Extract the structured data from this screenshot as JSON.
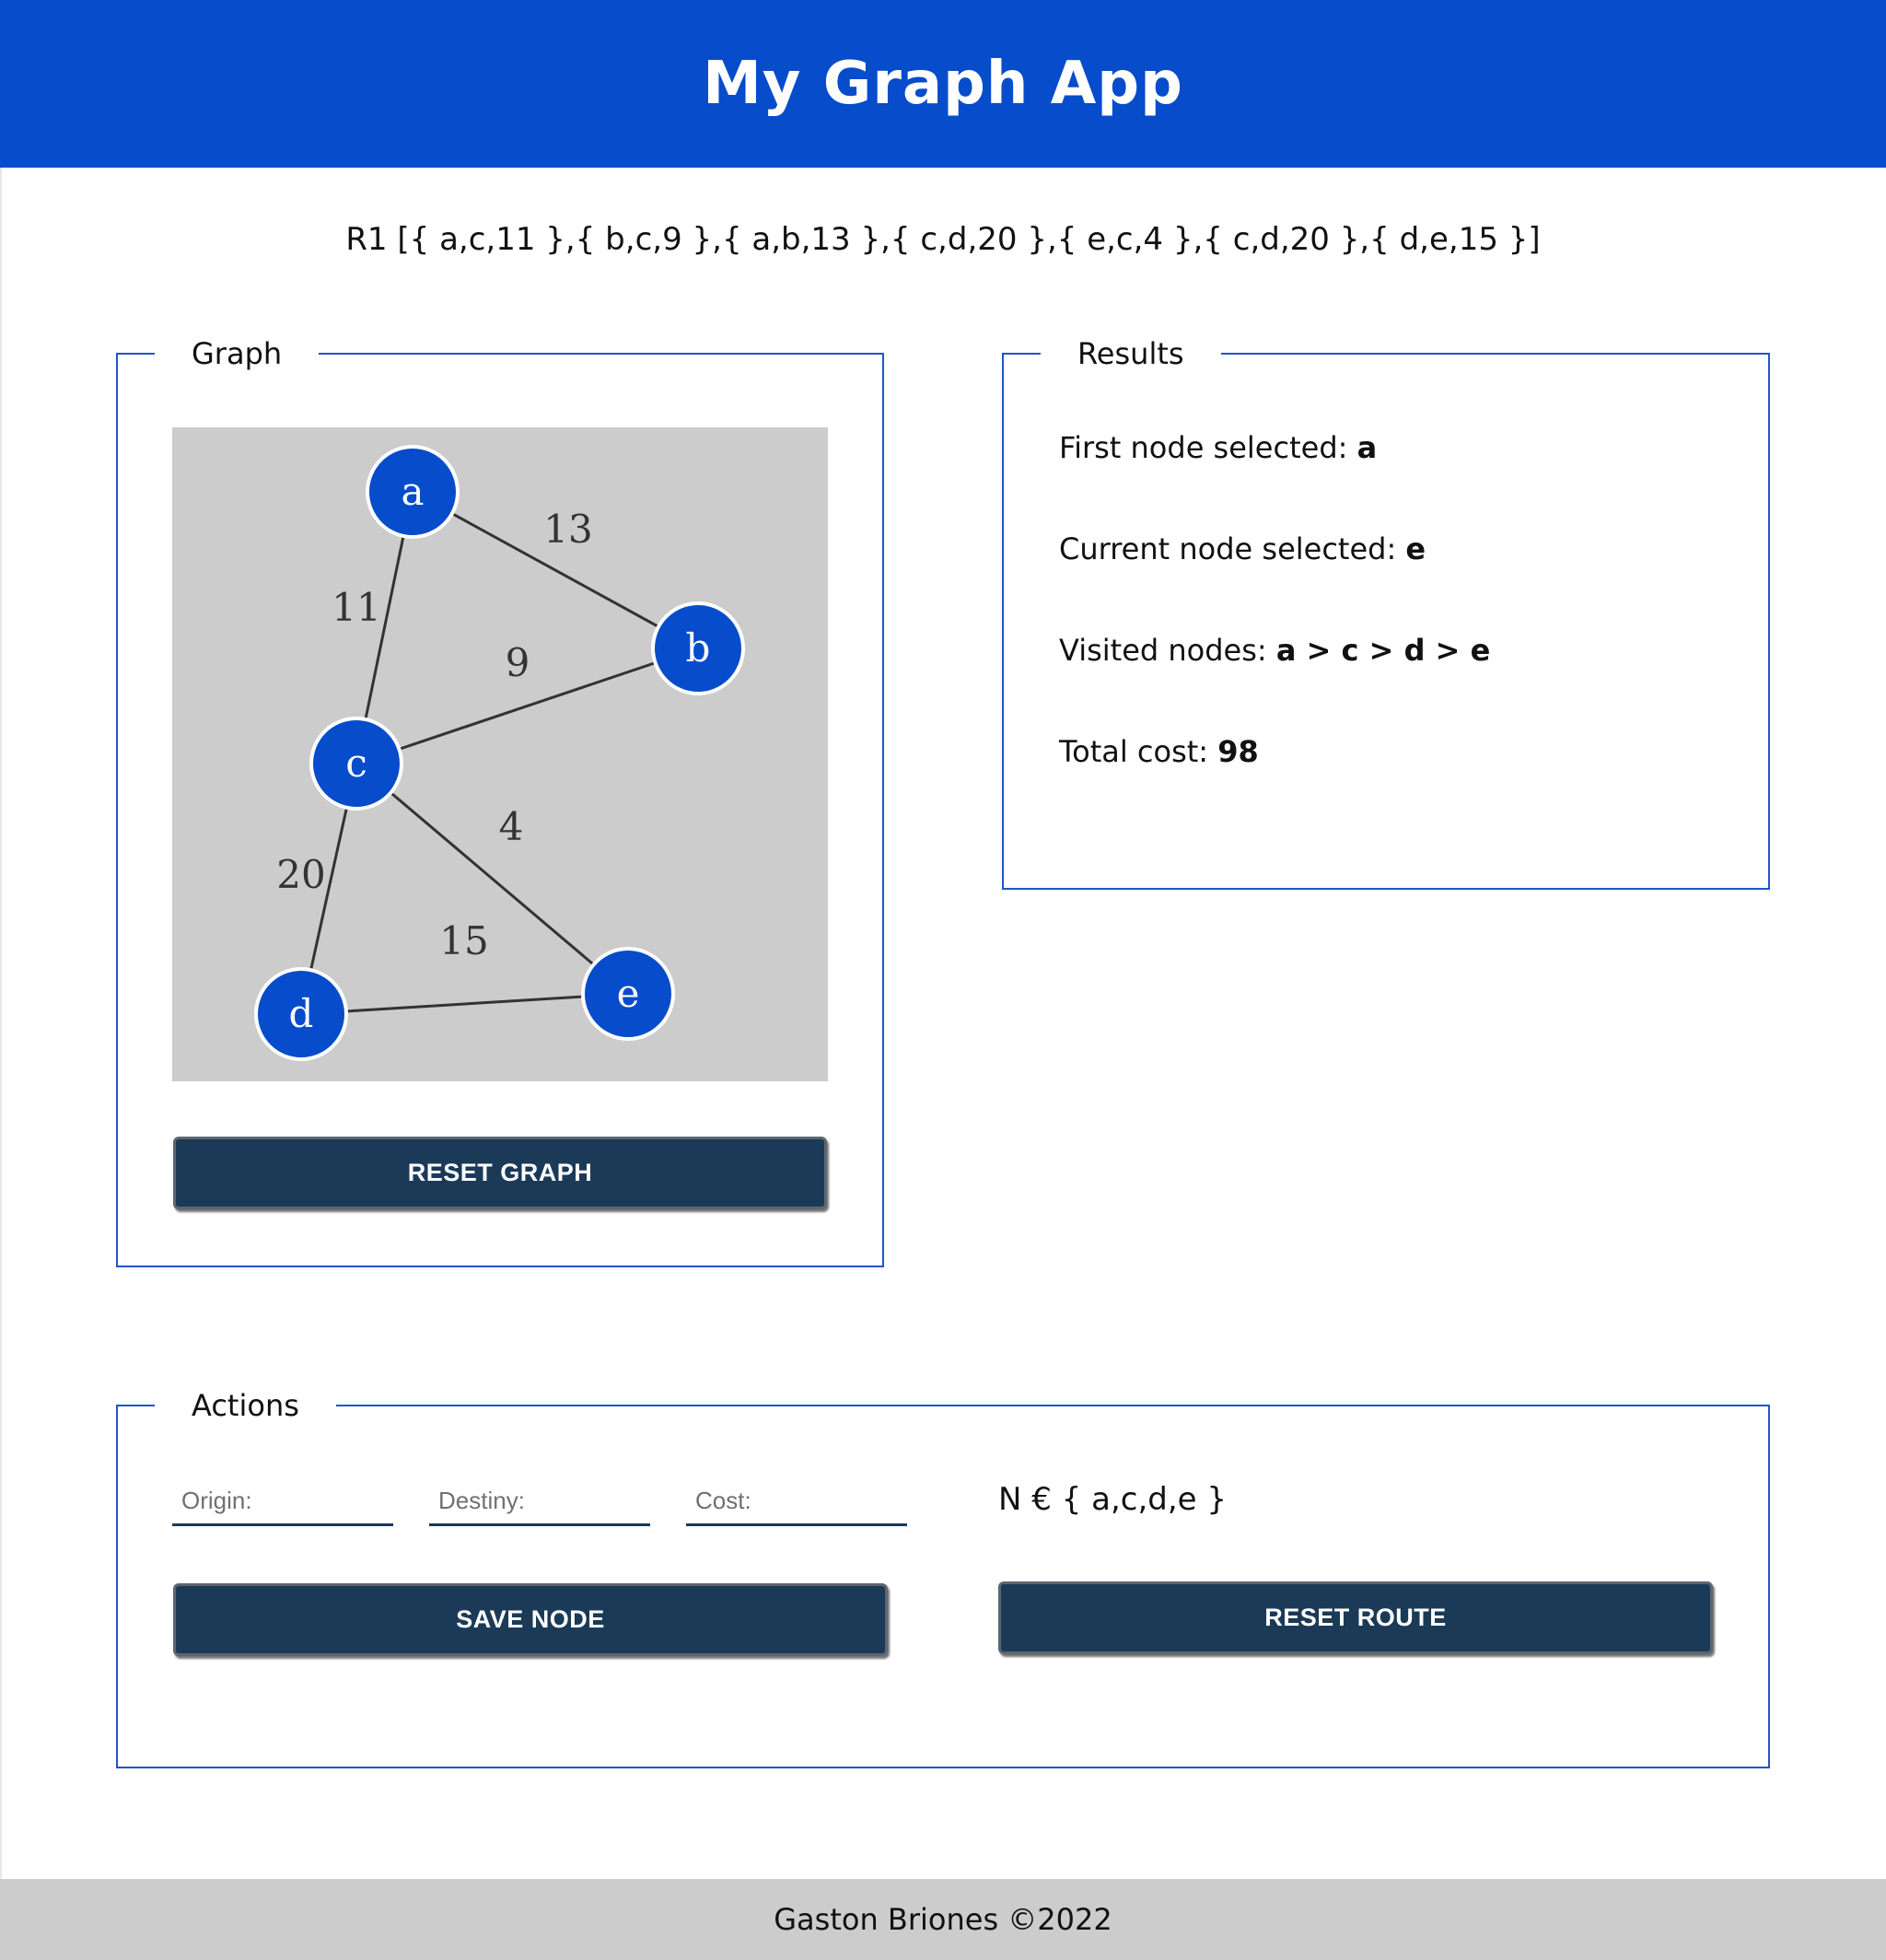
{
  "header": {
    "title": "My Graph App"
  },
  "relation": {
    "text": "R1 [{ a,c,11 },{ b,c,9 },{ a,b,13 },{ c,d,20 },{ e,c,4 },{ c,d,20 },{ d,e,15 }]"
  },
  "graph_panel": {
    "legend": "Graph",
    "reset_label": "RESET GRAPH",
    "node_color": "#064ccb",
    "canvas_color": "#cccccc",
    "nodes": [
      {
        "id": "a",
        "label": "a"
      },
      {
        "id": "b",
        "label": "b"
      },
      {
        "id": "c",
        "label": "c"
      },
      {
        "id": "d",
        "label": "d"
      },
      {
        "id": "e",
        "label": "e"
      }
    ],
    "edges": [
      {
        "from": "a",
        "to": "b",
        "cost": "13"
      },
      {
        "from": "a",
        "to": "c",
        "cost": "11"
      },
      {
        "from": "b",
        "to": "c",
        "cost": "9"
      },
      {
        "from": "c",
        "to": "d",
        "cost": "20"
      },
      {
        "from": "c",
        "to": "e",
        "cost": "4"
      },
      {
        "from": "d",
        "to": "e",
        "cost": "15"
      }
    ]
  },
  "results": {
    "legend": "Results",
    "first_label": "First node selected: ",
    "first_value": "a",
    "current_label": "Current node selected: ",
    "current_value": "e",
    "visited_label": "Visited nodes: ",
    "visited_value": "a > c > d > e",
    "cost_label": "Total cost: ",
    "cost_value": "98"
  },
  "actions": {
    "legend": "Actions",
    "origin_placeholder": "Origin:",
    "destiny_placeholder": "Destiny:",
    "cost_placeholder": "Cost:",
    "node_set": "N € { a,c,d,e }",
    "save_label": "SAVE NODE",
    "reset_route_label": "RESET ROUTE"
  },
  "footer": {
    "text": "Gaston Briones ©2022"
  }
}
